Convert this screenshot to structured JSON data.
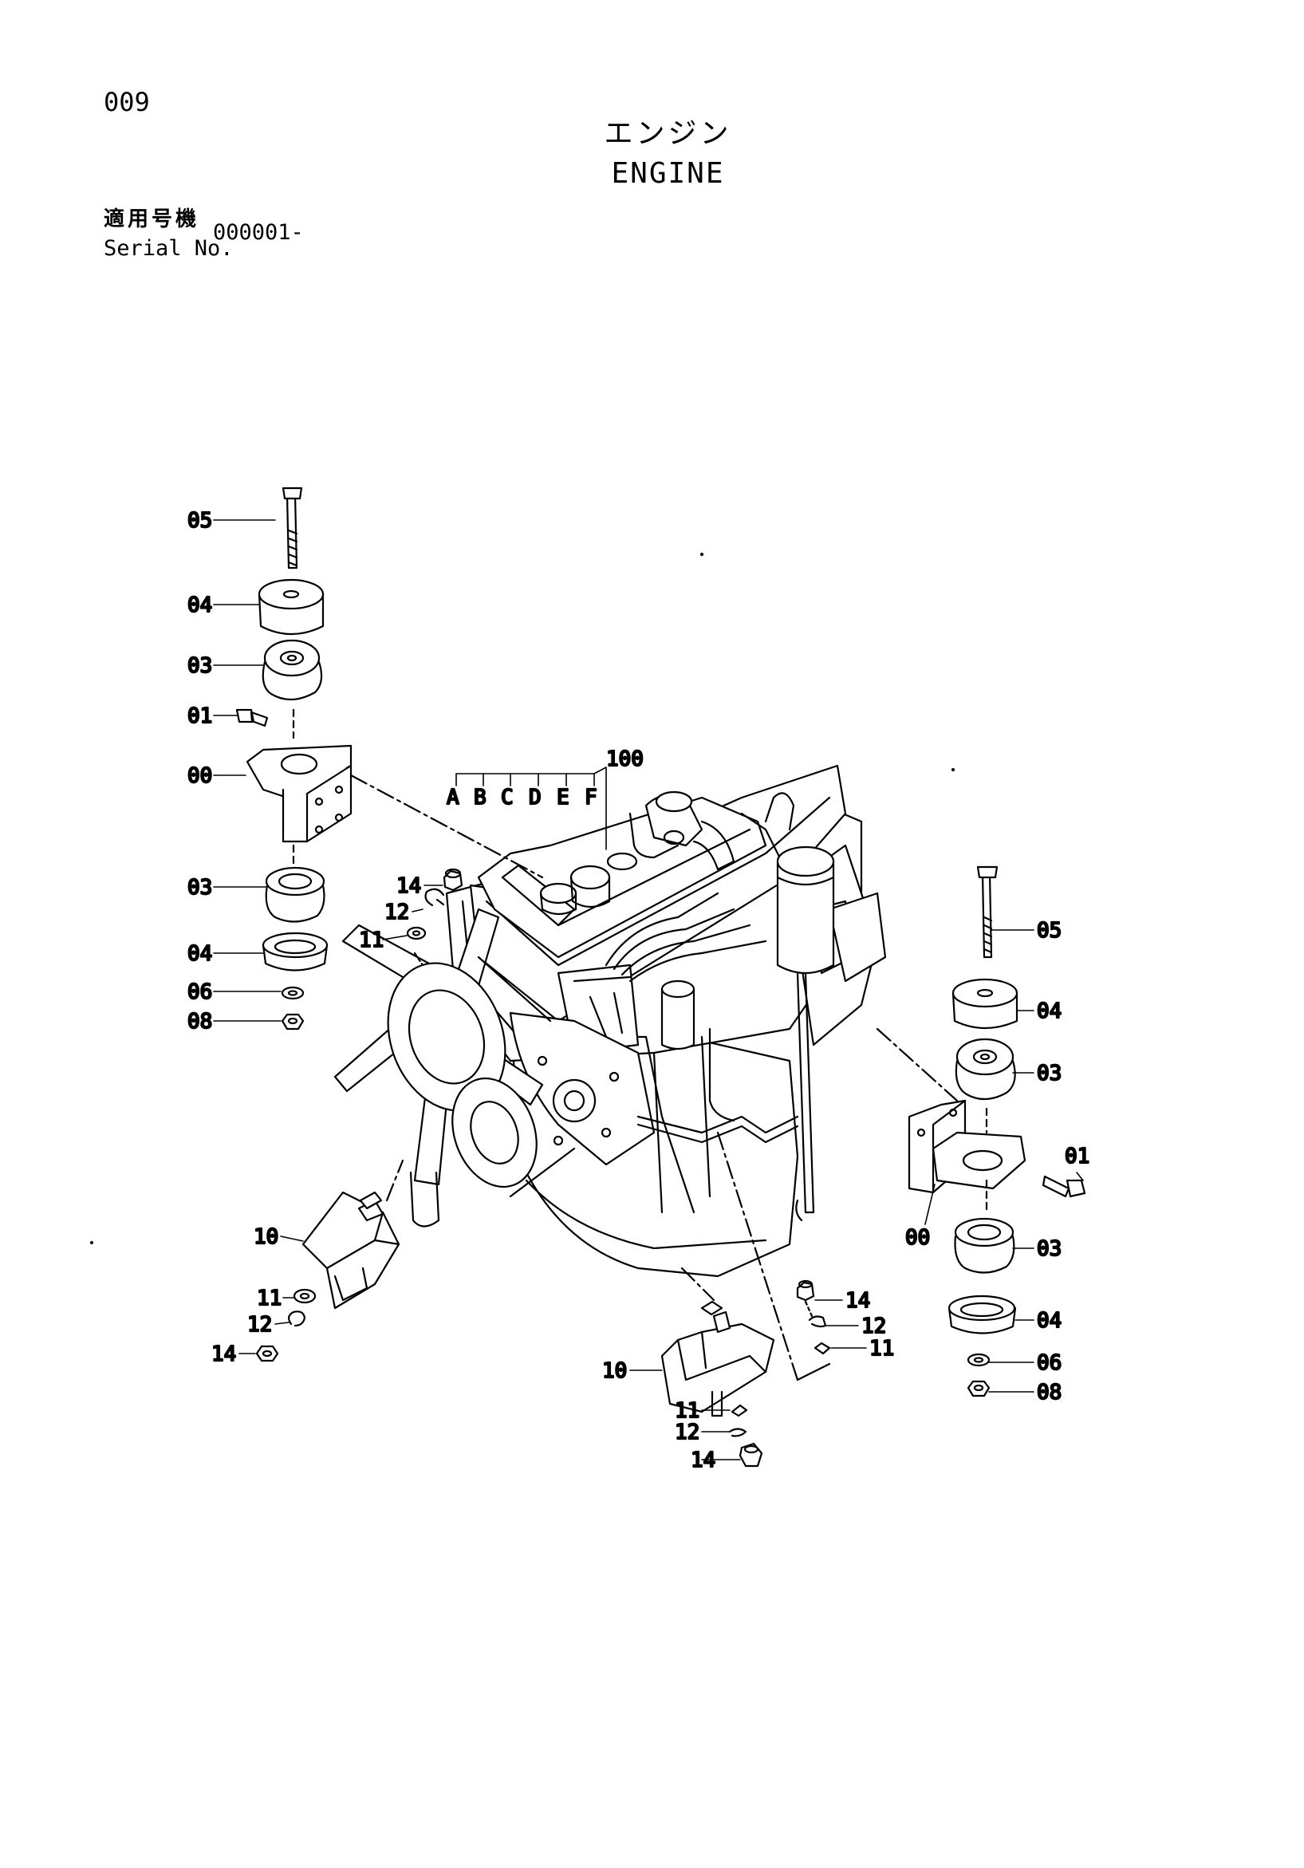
{
  "header": {
    "page_number": "009",
    "title_jp": "エンジン",
    "title_en": "ENGINE",
    "serial_label_jp": "適用号機",
    "serial_label_en": "Serial No.",
    "serial_value": "000001-"
  },
  "diagram": {
    "assembly_label": "100",
    "sub_letters": [
      "A",
      "B",
      "C",
      "D",
      "E",
      "F"
    ],
    "callouts": {
      "left_mount": [
        "05",
        "04",
        "03",
        "01",
        "00",
        "03",
        "04",
        "06",
        "08"
      ],
      "pipe_fittings": [
        "14",
        "12",
        "11"
      ],
      "front_left": [
        "10",
        "11",
        "12",
        "14"
      ],
      "front_center": [
        "10",
        "11",
        "12",
        "14"
      ],
      "center_right": [
        "14",
        "12",
        "11"
      ],
      "right_mount": [
        "05",
        "04",
        "03",
        "01",
        "00",
        "03",
        "04",
        "06",
        "08"
      ]
    }
  }
}
